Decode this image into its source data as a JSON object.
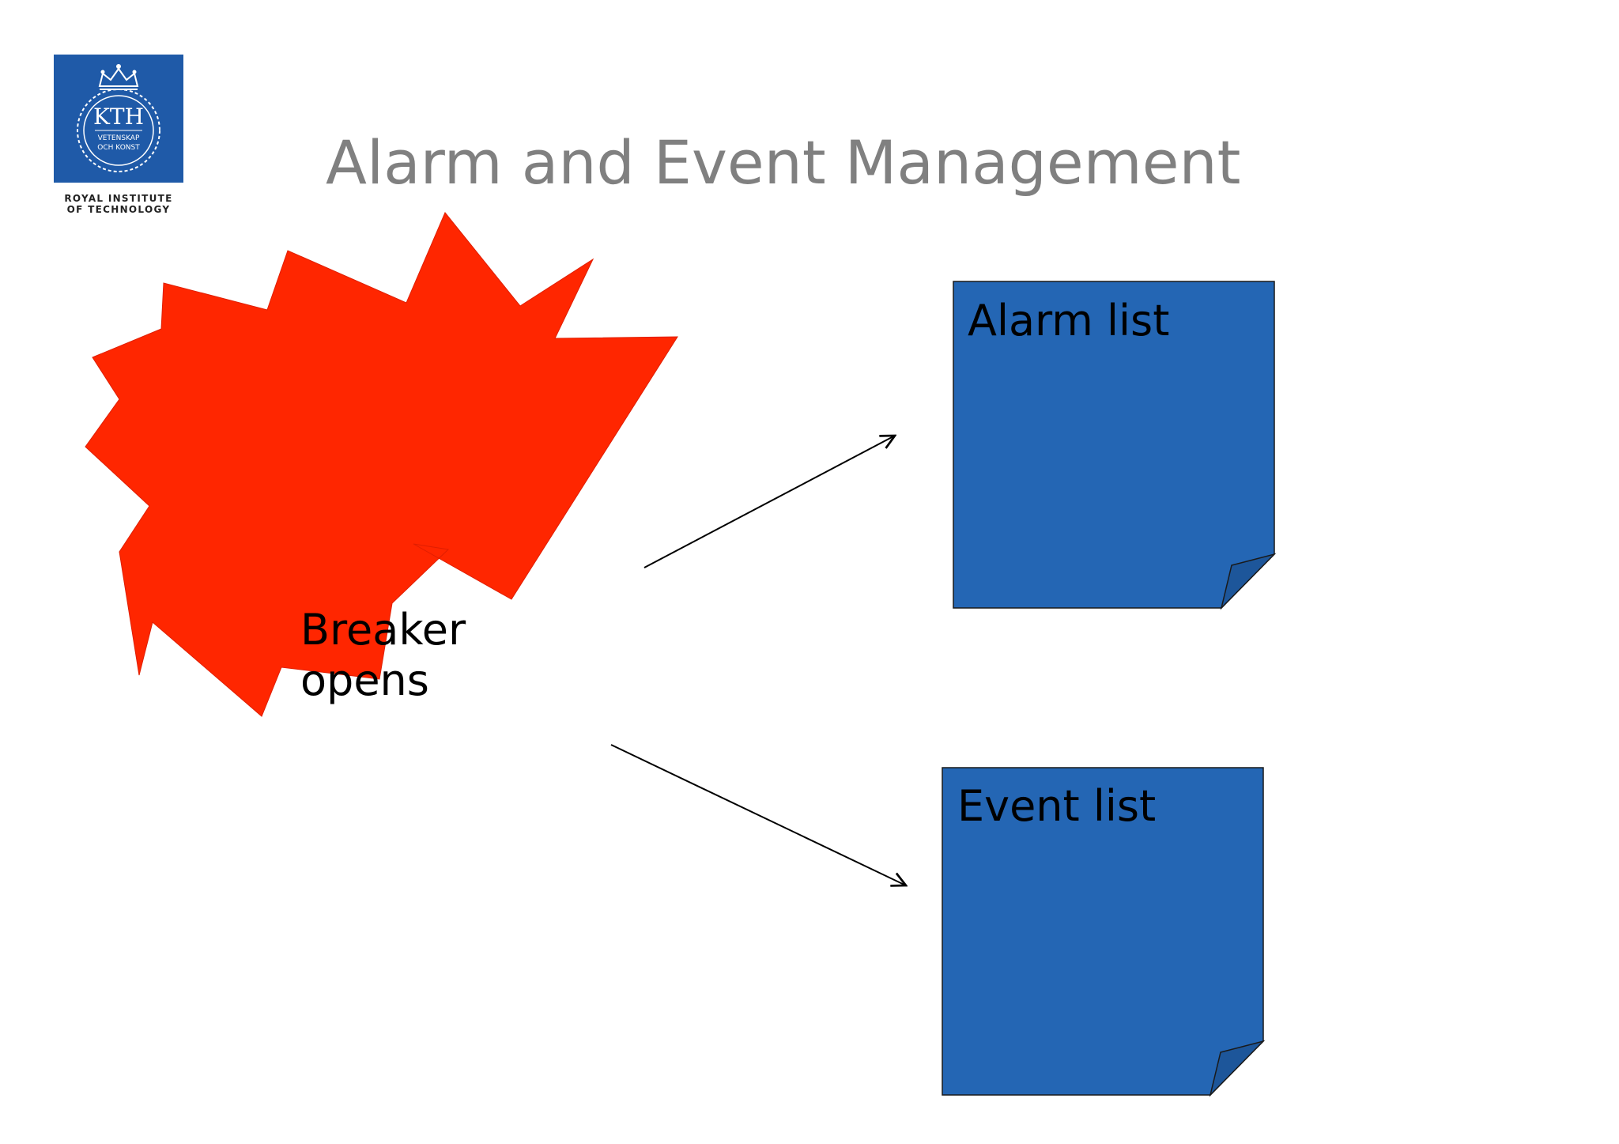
{
  "slide": {
    "title": "Alarm and Event Management"
  },
  "logo": {
    "wordmark": "KTH",
    "motto_line1": "VETENSKAP",
    "motto_line2": "OCH KONST",
    "caption_line1": "ROYAL INSTITUTE",
    "caption_line2": "OF TECHNOLOGY",
    "background_color": "#1f5aa8"
  },
  "diagram": {
    "event": {
      "label_line1": "Breaker",
      "label_line2": "opens",
      "shape": "explosion",
      "fill_color": "#ff2600"
    },
    "targets": [
      {
        "label": "Alarm list",
        "shape": "folded-note",
        "fill_color": "#2466b4"
      },
      {
        "label": "Event list",
        "shape": "folded-note",
        "fill_color": "#2466b4"
      }
    ],
    "connectors": [
      {
        "from": "Breaker opens",
        "to": "Alarm list"
      },
      {
        "from": "Breaker opens",
        "to": "Event list"
      }
    ]
  }
}
